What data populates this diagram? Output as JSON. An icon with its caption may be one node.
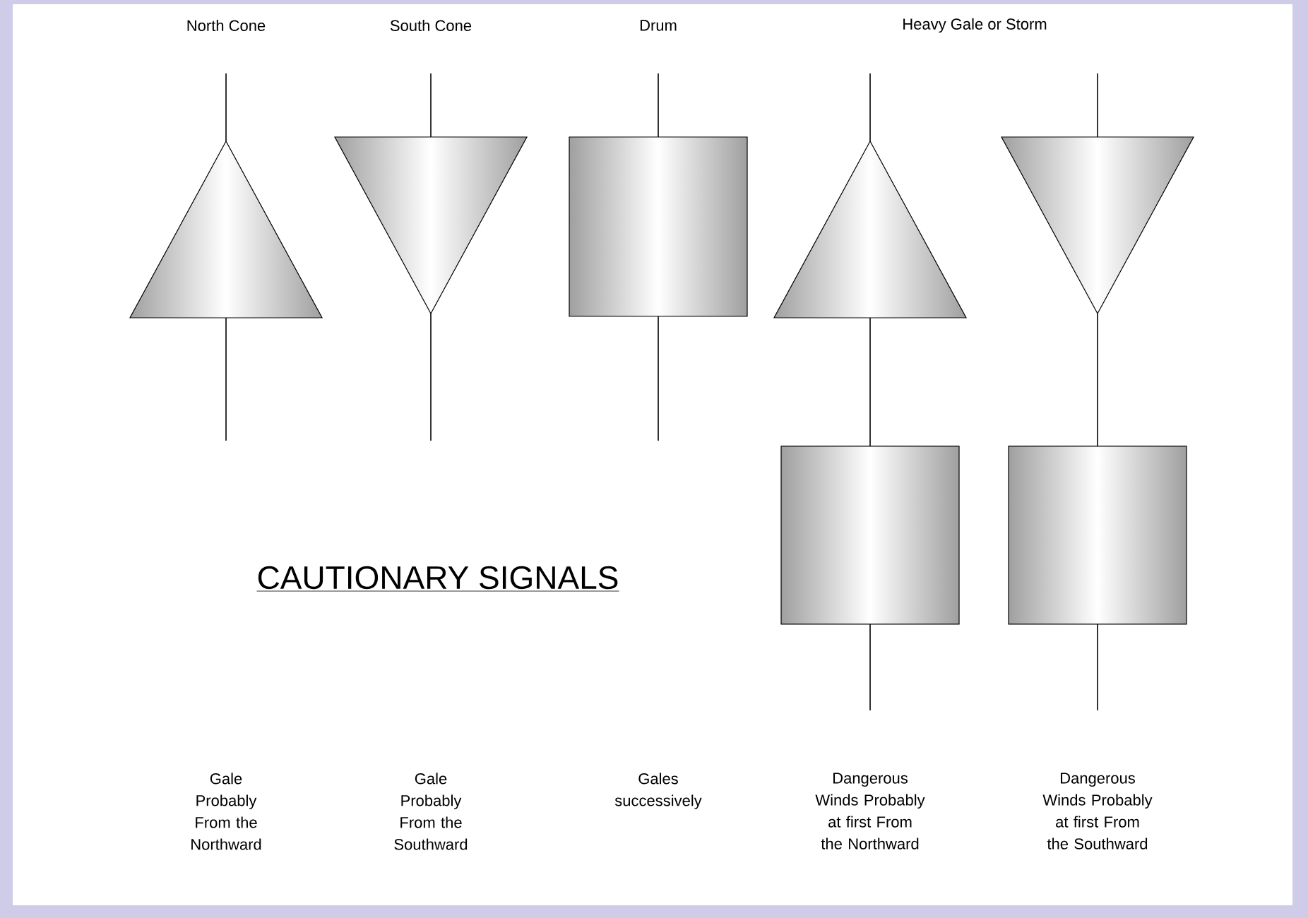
{
  "diagram": {
    "title": "CAUTIONARY SIGNALS",
    "labels": [
      "North Cone",
      "South Cone",
      "Drum",
      "Heavy Gale or Storm",
      "Gale Probably From the Northward",
      "Gale Probably From the Southward",
      "Gales successively",
      "Dangerous Winds Probably at first From the Northward",
      "Dangerous Winds Probably at first From the Southward"
    ]
  }
}
